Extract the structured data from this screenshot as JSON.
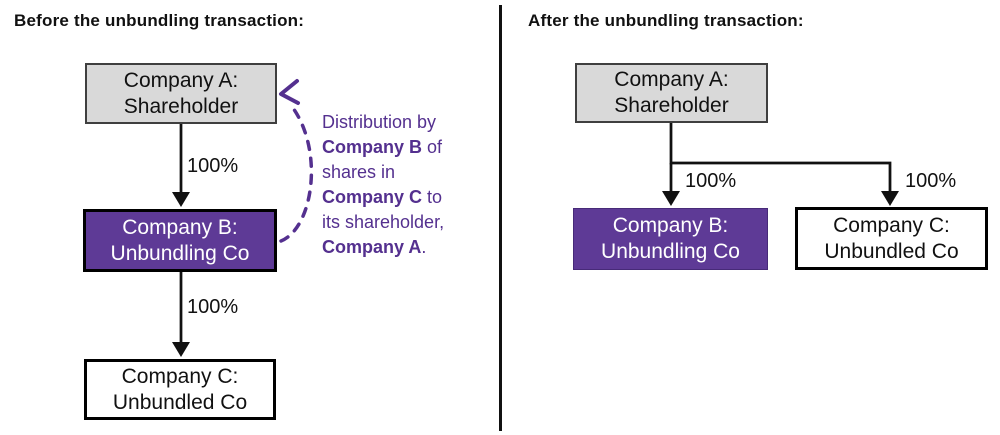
{
  "colors": {
    "purple_fill": "#5E3A96",
    "purple_border": "#472A78",
    "purple_text": "#54308F",
    "gray_fill": "#D9D9D9",
    "gray_border": "#3F3F3F",
    "line_black": "#111111"
  },
  "left_panel": {
    "title": "Before the unbundling transaction:",
    "company_a": {
      "line1": "Company A:",
      "line2": "Shareholder"
    },
    "company_b": {
      "line1": "Company B:",
      "line2": "Unbundling Co"
    },
    "company_c": {
      "line1": "Company C:",
      "line2": "Unbundled Co"
    },
    "edge_a_b_label": "100%",
    "edge_b_c_label": "100%",
    "annotation_lines": [
      [
        {
          "t": "Distribution by"
        }
      ],
      [
        {
          "t": "Company B",
          "b": true
        },
        {
          "t": " of"
        }
      ],
      [
        {
          "t": "shares in"
        }
      ],
      [
        {
          "t": "Company C",
          "b": true
        },
        {
          "t": " to"
        }
      ],
      [
        {
          "t": "its shareholder,"
        }
      ],
      [
        {
          "t": "Company A",
          "b": true
        },
        {
          "t": "."
        }
      ]
    ]
  },
  "right_panel": {
    "title": "After the unbundling transaction:",
    "company_a": {
      "line1": "Company A:",
      "line2": "Shareholder"
    },
    "company_b": {
      "line1": "Company B:",
      "line2": "Unbundling Co"
    },
    "company_c": {
      "line1": "Company C:",
      "line2": "Unbundled Co"
    },
    "edge_a_b_label": "100%",
    "edge_a_c_label": "100%"
  }
}
